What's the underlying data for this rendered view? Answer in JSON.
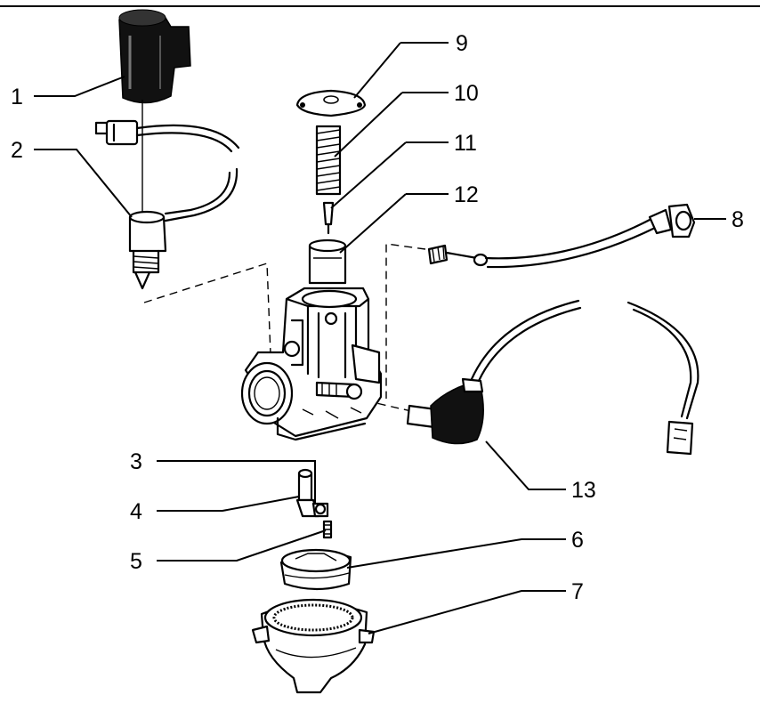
{
  "callouts": [
    {
      "number": "1",
      "part": "starter-valve"
    },
    {
      "number": "2",
      "part": "starter-valve-connector"
    },
    {
      "number": "3",
      "part": "screw"
    },
    {
      "number": "4",
      "part": "idle-screw"
    },
    {
      "number": "5",
      "part": "jet"
    },
    {
      "number": "6",
      "part": "float"
    },
    {
      "number": "7",
      "part": "float-bowl"
    },
    {
      "number": "8",
      "part": "throttle-cable"
    },
    {
      "number": "9",
      "part": "cover"
    },
    {
      "number": "10",
      "part": "spring"
    },
    {
      "number": "11",
      "part": "needle"
    },
    {
      "number": "12",
      "part": "throttle-valve"
    },
    {
      "number": "13",
      "part": "heater-cable"
    }
  ]
}
